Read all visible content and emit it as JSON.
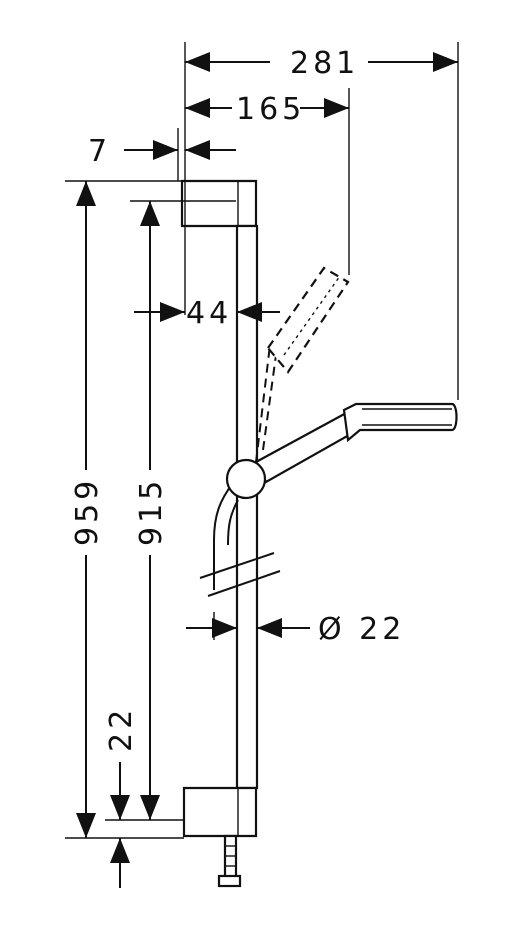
{
  "dimensions": {
    "total_width": "281",
    "handshower_reach": "165",
    "bracket_offset": "7",
    "bar_clearance": "44",
    "total_height": "959",
    "bracket_spacing": "915",
    "bottom_offset": "22",
    "bar_diameter": "Ø 22"
  }
}
